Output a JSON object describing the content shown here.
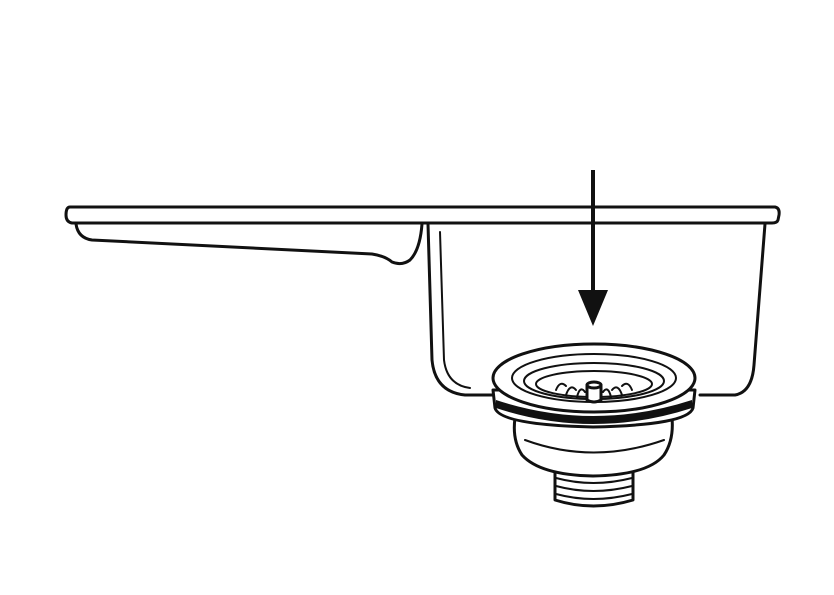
{
  "illustration": {
    "subject": [
      "sink-countertop",
      "drainboard",
      "sink-bowl",
      "basket-strainer",
      "insertion-arrow"
    ],
    "colors": {
      "stroke": "#111111",
      "background": "#ffffff"
    }
  }
}
